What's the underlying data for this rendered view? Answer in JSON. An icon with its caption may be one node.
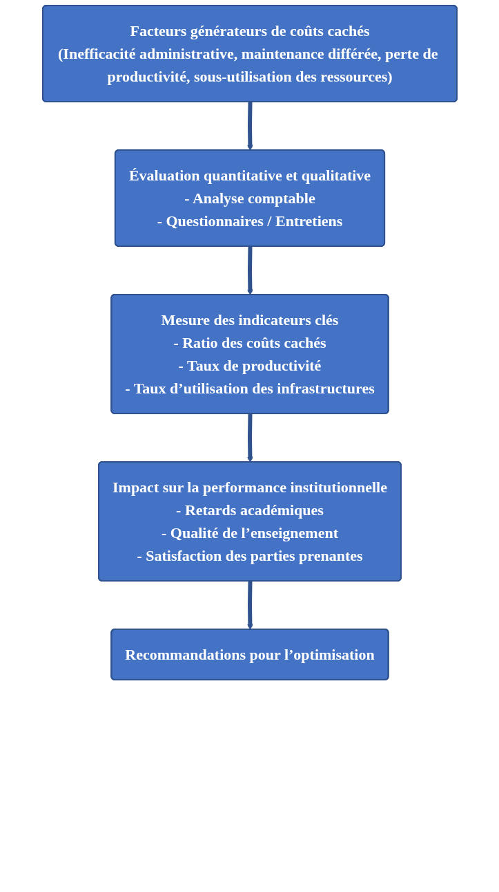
{
  "diagram": {
    "nodes": [
      {
        "text": [
          "Facteurs générateurs de coûts cachés",
          "(Inefficacité administrative, maintenance différée, perte de productivité, sous-utilisation des ressources)"
        ]
      },
      {
        "text": [
          "Évaluation quantitative et qualitative",
          "- Analyse comptable",
          "- Questionnaires / Entretiens"
        ]
      },
      {
        "text": [
          "Mesure des indicateurs clés",
          "- Ratio des coûts cachés",
          "- Taux de productivité",
          "- Taux d’utilisation des infrastructures"
        ]
      },
      {
        "text": [
          "Impact sur la performance institutionnelle",
          "- Retards académiques",
          "- Qualité de l’enseignement",
          "- Satisfaction des parties prenantes"
        ]
      },
      {
        "text": [
          "Recommandations pour l’optimisation"
        ]
      }
    ],
    "edges": [
      {
        "from": 0,
        "to": 1,
        "arrow": "to"
      },
      {
        "from": 1,
        "to": 2,
        "arrow": "to"
      },
      {
        "from": 2,
        "to": 3,
        "arrow": "to"
      },
      {
        "from": 3,
        "to": 4,
        "arrow": "to"
      }
    ]
  }
}
